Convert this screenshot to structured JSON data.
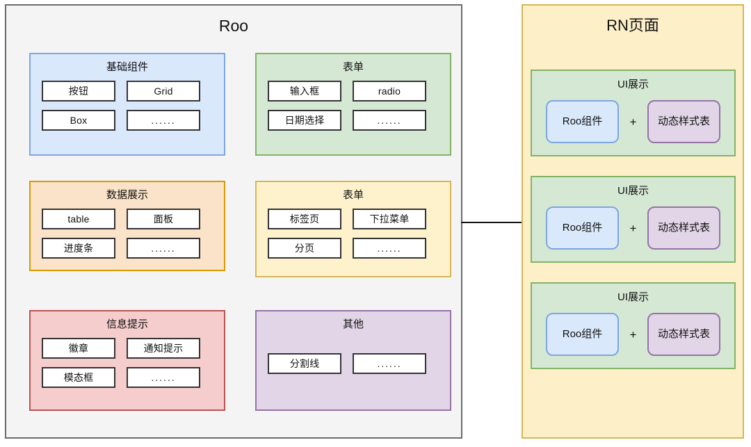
{
  "diagram": {
    "left_panel": {
      "title": "Roo",
      "groups": [
        {
          "title": "基础组件",
          "color": "#dae8fc",
          "items": [
            "按钮",
            "Grid",
            "Box",
            "......"
          ]
        },
        {
          "title": "表单",
          "color": "#d5e8d4",
          "items": [
            "输入框",
            "radio",
            "日期选择",
            "......"
          ]
        },
        {
          "title": "数据展示",
          "color": "#fae3c8",
          "items": [
            "table",
            "面板",
            "进度条",
            "......"
          ]
        },
        {
          "title": "表单",
          "color": "#fdf2cc",
          "items": [
            "标签页",
            "下拉菜单",
            "分页",
            "......"
          ]
        },
        {
          "title": "信息提示",
          "color": "#f5cdcd",
          "items": [
            "徽章",
            "通知提示",
            "模态框",
            "......"
          ]
        },
        {
          "title": "其他",
          "color": "#e1d5e7",
          "items": [
            "分割线",
            "......"
          ]
        }
      ]
    },
    "arrow": {
      "from": "Roo",
      "to": "RN页面",
      "direction": "right"
    },
    "right_panel": {
      "title": "RN页面",
      "color": "#fdf0c8",
      "blocks": [
        {
          "title": "UI展示",
          "left_label": "Roo组件",
          "operator": "+",
          "right_label": "动态样式表"
        },
        {
          "title": "UI展示",
          "left_label": "Roo组件",
          "operator": "+",
          "right_label": "动态样式表"
        },
        {
          "title": "UI展示",
          "left_label": "Roo组件",
          "operator": "+",
          "right_label": "动态样式表"
        }
      ]
    }
  }
}
